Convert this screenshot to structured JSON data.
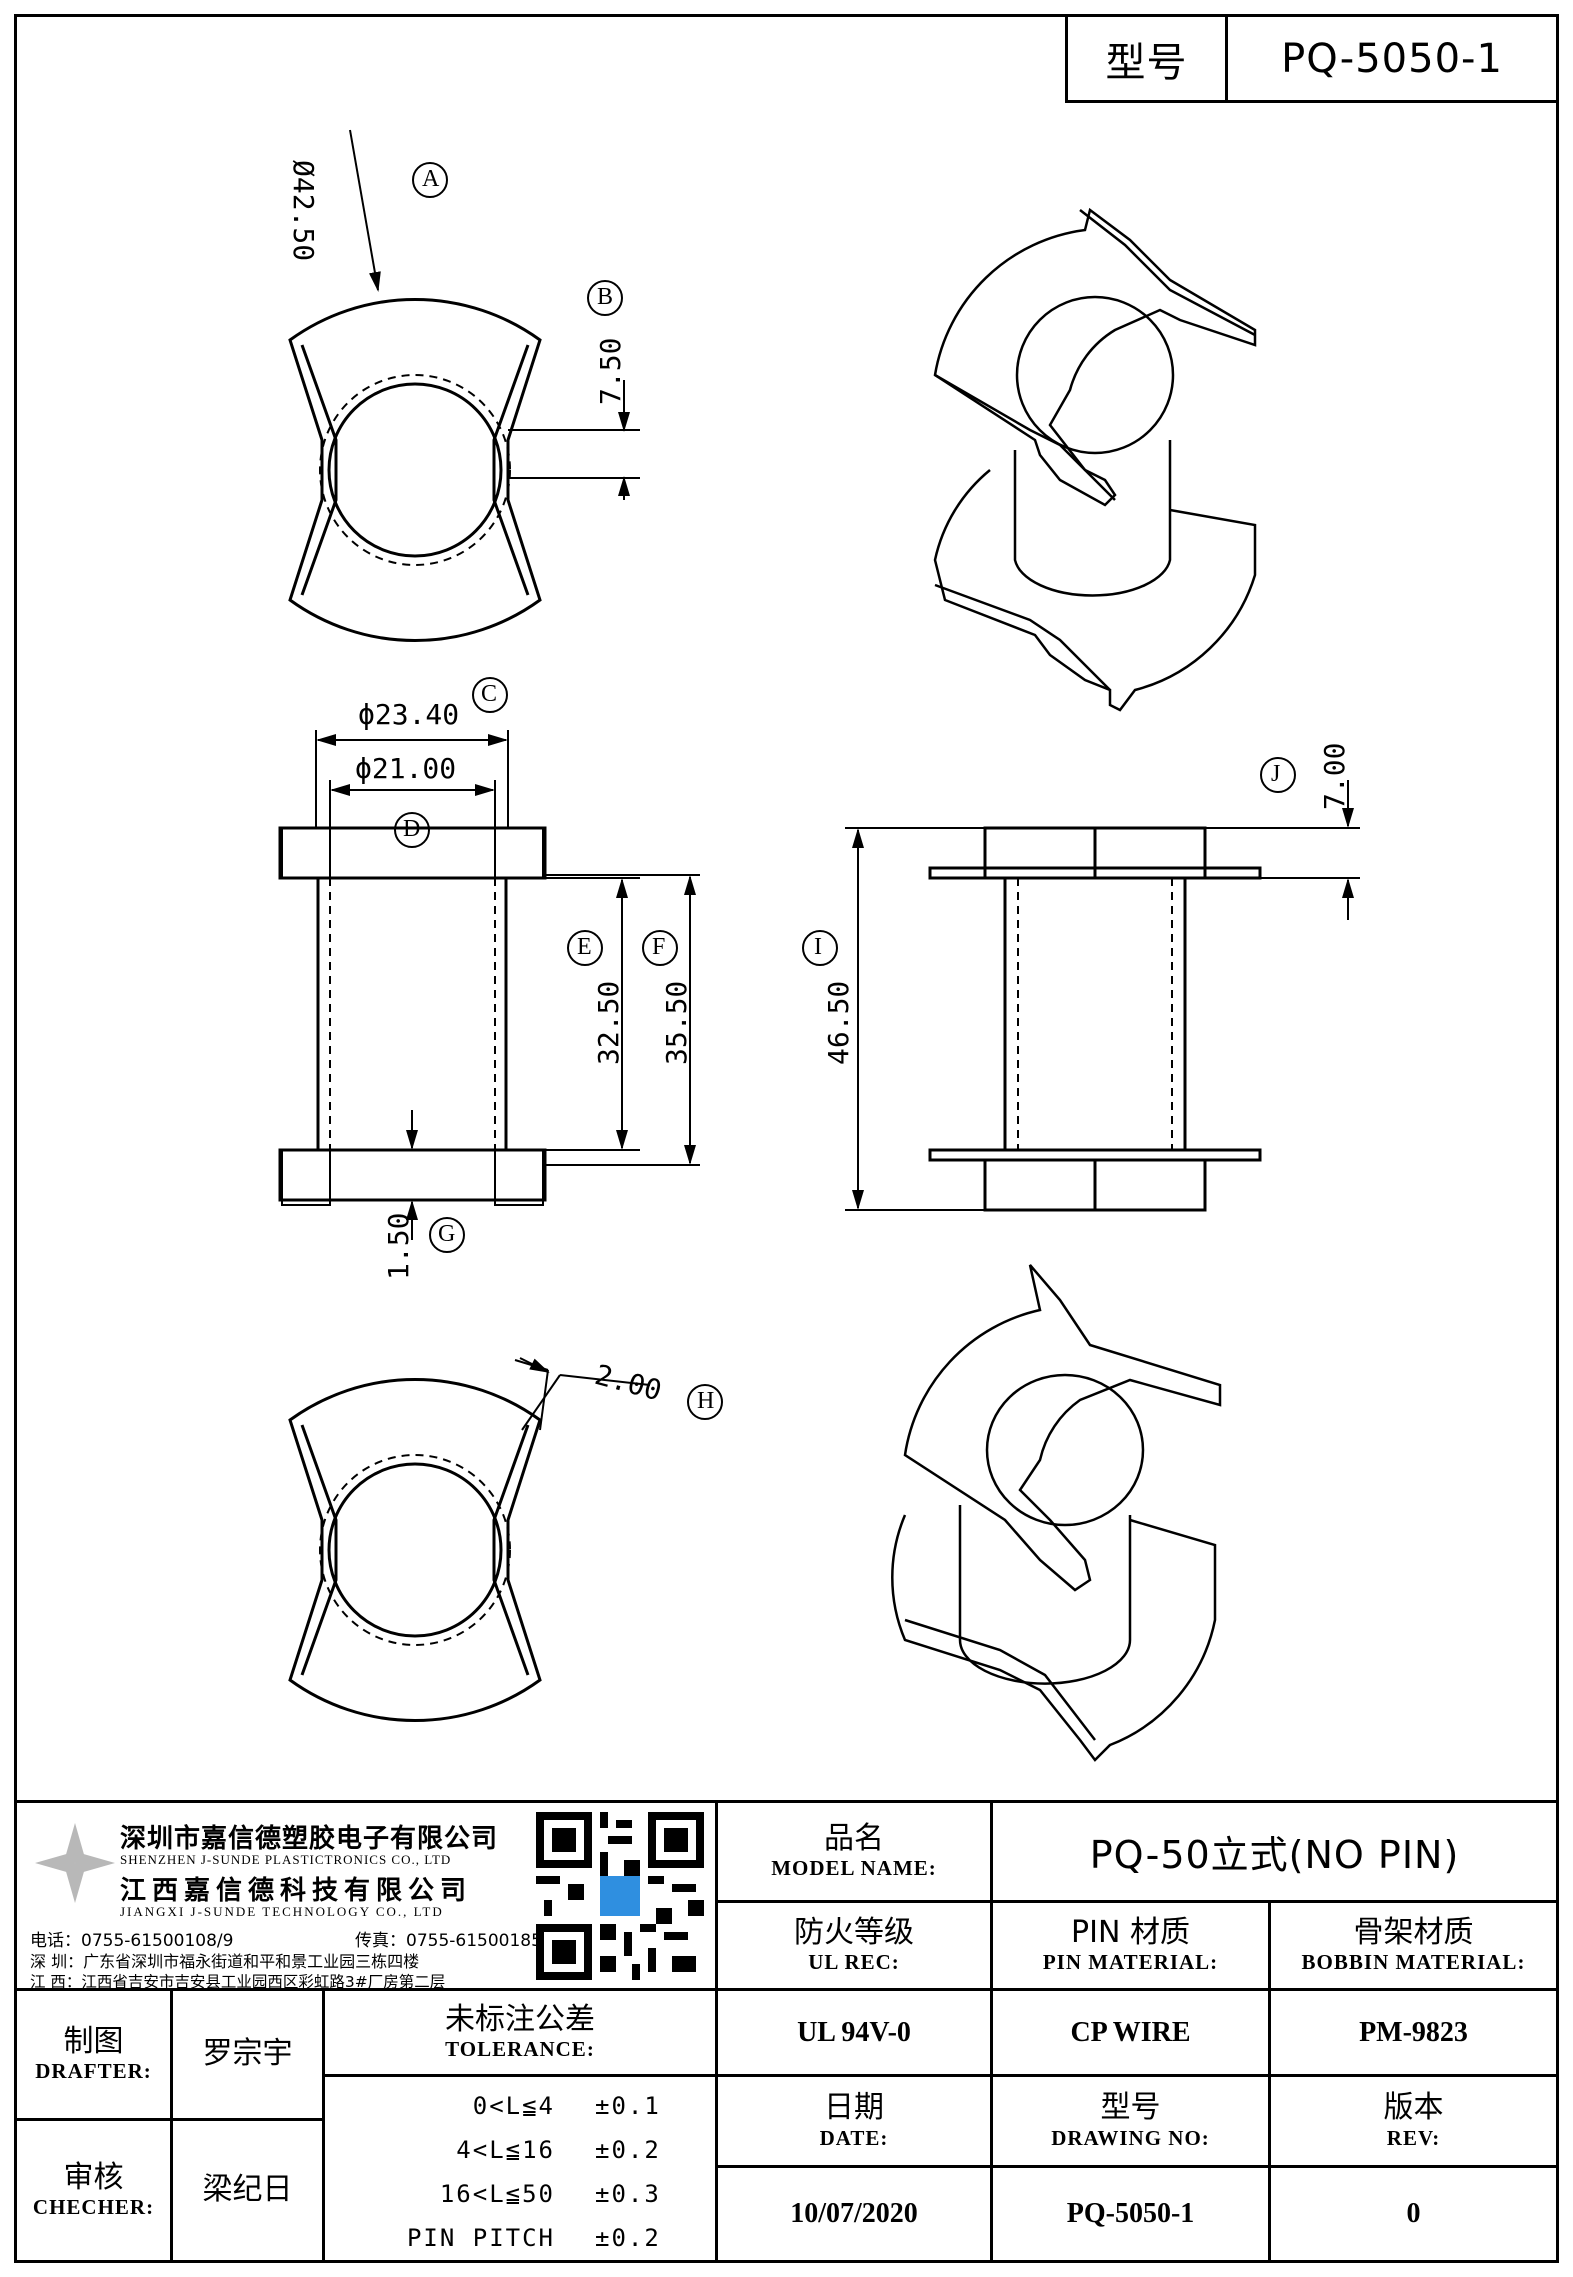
{
  "header": {
    "label": "型号",
    "value": "PQ-5050-1"
  },
  "dims": {
    "A": "A",
    "A_val": "Ø42.50",
    "B": "B",
    "B_val": "7.50",
    "C": "C",
    "C_val": "ϕ23.40",
    "D": "D",
    "D_val": "ϕ21.00",
    "E": "E",
    "E_val": "32.50",
    "F": "F",
    "F_val": "35.50",
    "G": "G",
    "G_val": "1.50",
    "H": "H",
    "H_val": "2.00",
    "I": "I",
    "I_val": "46.50",
    "J": "J",
    "J_val": "7.00"
  },
  "company": {
    "name_cn_1": "深圳市嘉信德塑胶电子有限公司",
    "name_en_1": "SHENZHEN J-SUNDE PLASTICTRONICS CO., LTD",
    "name_cn_2": "江西嘉信德科技有限公司",
    "name_en_2": "JIANGXI J-SUNDE TECHNOLOGY CO., LTD",
    "phone": "电话：0755-61500108/9",
    "fax": "传真：0755-61500185",
    "addr_sz": "深 圳：广东省深圳市福永街道和平和景工业园三栋四楼",
    "addr_jx": "江 西：江西省吉安市吉安县工业园西区彩虹路3#厂房第二层"
  },
  "title_block": {
    "model_name_cn": "品名",
    "model_name_en": "MODEL NAME:",
    "model_name_val": "PQ-50立式(NO PIN)",
    "ul_cn": "防火等级",
    "ul_en": "UL REC:",
    "ul_val": "UL 94V-0",
    "pin_cn": "PIN 材质",
    "pin_en": "PIN MATERIAL:",
    "pin_val": "CP WIRE",
    "bobbin_cn": "骨架材质",
    "bobbin_en": "BOBBIN MATERIAL:",
    "bobbin_val": "PM-9823",
    "date_cn": "日期",
    "date_en": "DATE:",
    "date_val": "10/07/2020",
    "dwg_cn": "型号",
    "dwg_en": "DRAWING NO:",
    "dwg_val": "PQ-5050-1",
    "rev_cn": "版本",
    "rev_en": "REV:",
    "rev_val": "0",
    "drafter_cn": "制图",
    "drafter_en": "DRAFTER:",
    "drafter_val": "罗宗宇",
    "checker_cn": "审核",
    "checker_en": "CHECHER:",
    "checker_val": "梁纪日",
    "tol_cn": "未标注公差",
    "tol_en": "TOLERANCE:",
    "tol_rows": [
      {
        "range": "0<L≦4",
        "value": "±0.1"
      },
      {
        "range": "4<L≦16",
        "value": "±0.2"
      },
      {
        "range": "16<L≦50",
        "value": "±0.3"
      },
      {
        "range": "PIN PITCH",
        "value": "±0.2"
      }
    ]
  }
}
